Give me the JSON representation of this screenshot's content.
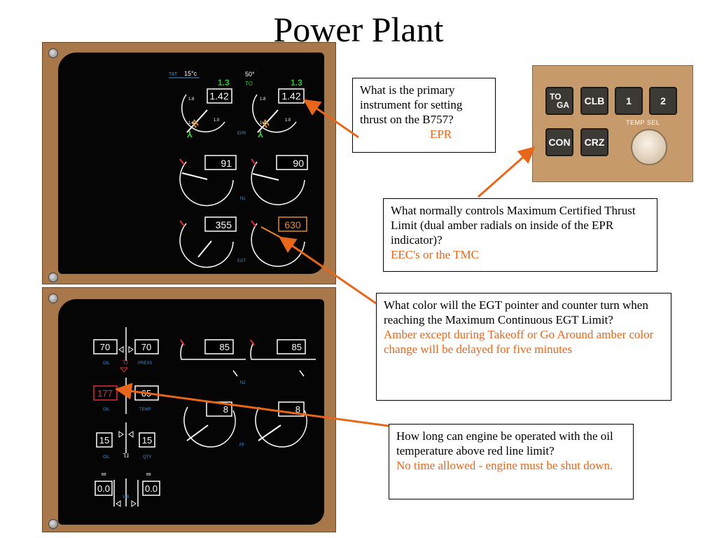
{
  "title": "Power Plant",
  "upper_eicas": {
    "tat_label": "TAT",
    "tat_value": "15°c",
    "assumed_temp": "50°",
    "thrust_mode": "TO",
    "limit_left": "1.3",
    "limit_right": "1.3",
    "epr_left": "1.42",
    "epr_right": "1.42",
    "dial_18": "1.8",
    "dial_14": "1.4",
    "dial_10": "1.0",
    "epr_label": "EPR",
    "n1_left": "91",
    "n1_right": "90",
    "n1_label": "N1",
    "egt_left": "355",
    "egt_right": "630",
    "egt_label": "EGT"
  },
  "lower_eicas": {
    "oil_press_left": "70",
    "oil_press_right": "70",
    "oil_label": "OIL",
    "press_label": "PRESS",
    "oil_temp_left": "177",
    "oil_temp_right": "65",
    "temp_label": "TEMP",
    "oil_qty_left": "15",
    "oil_qty_right": "15",
    "qty_label": "QTY",
    "bb_label": "BB",
    "vib_left": "0.0",
    "vib_right": "0.0",
    "vib_label": "VIB",
    "n2_left": "85",
    "n2_right": "85",
    "n2_label": "N2",
    "ff_left": "8",
    "ff_right": "8",
    "ff_label": "FF"
  },
  "mode_panel": {
    "btn_toga_top": "TO",
    "btn_toga_bottom": "GA",
    "btn_clb": "CLB",
    "btn_1": "1",
    "btn_2": "2",
    "btn_con": "CON",
    "btn_crz": "CRZ",
    "temp_sel_label": "TEMP SEL"
  },
  "questions": [
    {
      "q": "What is the primary instrument for setting thrust on the B757?",
      "a": "EPR"
    },
    {
      "q": "What normally controls Maximum Certified Thrust Limit (dual amber radials on inside of the EPR indicator)?",
      "a": "EEC's or the TMC"
    },
    {
      "q": "What color will the EGT pointer and counter turn when reaching the Maximum Continuous EGT Limit?",
      "a": "Amber except during Takeoff or Go Around amber color change will be delayed for five minutes"
    },
    {
      "q": "How long can engine be operated with the oil temperature above red line limit?",
      "a": "No time allowed - engine must be shut down."
    }
  ],
  "colors": {
    "answer": "#e8661a",
    "panel": "#a8784a",
    "limit_green": "#31c23a",
    "label_blue": "#3d8fd6",
    "amber": "#e88a2a",
    "red": "#e03030"
  }
}
